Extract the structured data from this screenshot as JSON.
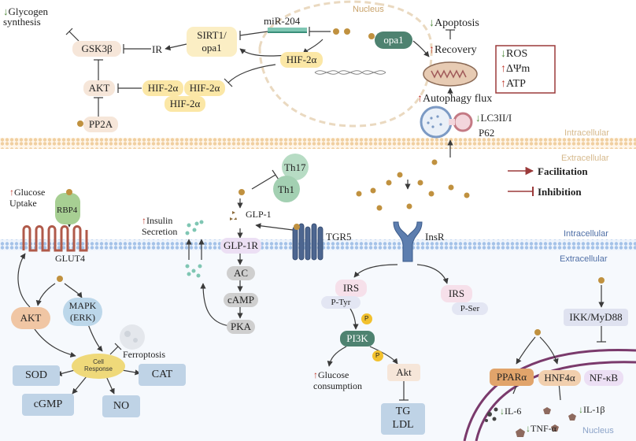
{
  "labels": {
    "nucleus_top": "Nucleus",
    "nucleus_bottom": "Nucleus",
    "intracellular_top": "Intracellular",
    "extracellular_top": "Extracellular",
    "intracellular_mid": "Intracellular",
    "extracellular_mid": "Extracellular",
    "glycogen_line1": "Glycogen",
    "glycogen_line2": "synthesis",
    "gsk3b": "GSK3β",
    "ir": "IR",
    "sirt1_line1": "SIRT1/",
    "sirt1_line2": "opa1",
    "mir204": "miR-204",
    "hif_nucleus": "HIF-2α",
    "hif_1": "HIF-2α",
    "hif_2": "HIF-2α",
    "hif_3": "HIF-2α",
    "akt_top": "AKT",
    "pp2a": "PP2A",
    "opa1": "opa1",
    "apoptosis": "Apoptosis",
    "recovery": "Recovery",
    "ros": "ROS",
    "dpsi": "ΔΨm",
    "atp": "ATP",
    "autophagy": "Autophagy flux",
    "lc3": "LC3II/I",
    "p62": "P62",
    "legend_fac": "Facilitation",
    "legend_inh": "Inhibition",
    "th17": "Th17",
    "th1": "Th1",
    "glp1": "GLP-1",
    "glp1r": "GLP-1R",
    "tgr5": "TGR5",
    "insr": "InsR",
    "ac": "AC",
    "camp": "cAMP",
    "pka": "PKA",
    "insulin_line1": "Insulin",
    "insulin_line2": "Secretion",
    "glucose_uptake_line1": "Glucose",
    "glucose_uptake_line2": "Uptake",
    "rbp4": "RBP4",
    "glut4": "GLUT4",
    "akt_bottom": "AKT",
    "mapk_line1": "MAPK",
    "mapk_line2": "(ERK)",
    "ferroptosis": "Ferroptosis",
    "cell_line1": "Cell",
    "cell_line2": "Response",
    "sod": "SOD",
    "cat": "CAT",
    "cgmp": "cGMP",
    "no": "NO",
    "irs1": "IRS",
    "ptyr": "P-Tyr",
    "irs2": "IRS",
    "pser": "P-Ser",
    "pi3k": "PI3K",
    "p_badge1": "P",
    "p_badge2": "P",
    "akt_right": "Akt",
    "glucose_cons_line1": "Glucose",
    "glucose_cons_line2": "consumption",
    "tg": "TG",
    "ldl": "LDL",
    "ikk": "IKK/MyD88",
    "ppara": "PPARα",
    "hnf4a": "HNF4α",
    "nfkb": "NF-κB",
    "il6": "IL-6",
    "il1b": "IL-1β",
    "tnfa": "TNF-α",
    "arrow_up": "↑",
    "arrow_dn": "↓"
  },
  "colors": {
    "membrane_top": "#f3d9b3",
    "membrane_mid": "#a9c6ea",
    "legend_red": "#9b3a3a",
    "hif_yellow": "#fbe7a6",
    "ligand": "#c0913f"
  }
}
